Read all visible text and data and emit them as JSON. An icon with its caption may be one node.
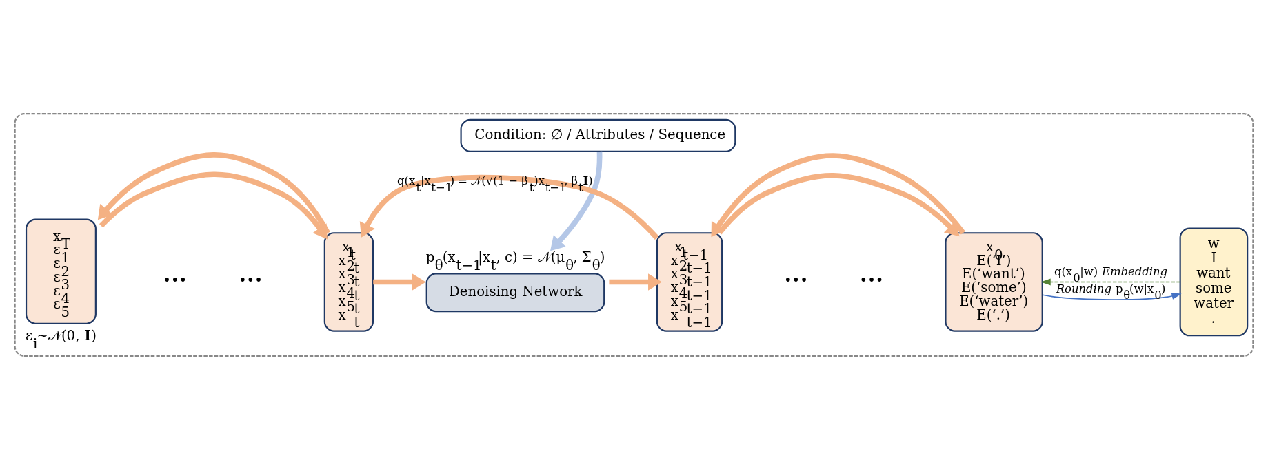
{
  "diagram": {
    "nodes": [
      {
        "text": [],
        "shape": "box"
      },
      {
        "text": [
          "Condition: ∅ / Attributes / Sequence"
        ],
        "in": 0
      },
      {
        "text": [
          "x$_{T}$",
          "ε$_{1}$ ε$_{2}$ ε$_{3}$ ε$_{4}$ ε$_{5}$"
        ],
        "in": 0,
        "beside": [
          "ε$_{i}$~𝒩(0, **I**)"
        ]
      },
      {
        "text": [
          "x$_{t}$",
          "x$^{1}$$_{t}$ x$^{2}$$_{t}$ x$^{3}$$_{t}$ x$^{4}$$_{t}$ x$^{5}$$_{t}$"
        ],
        "in": 0
      },
      {
        "text": [
          "Denoising Network"
        ],
        "in": 0,
        "beside": [
          "p$_{θ}$(x$_{t−1}$|x$_{t}$, c) = 𝒩(μ$_{θ}$, Σ$_{θ}$)"
        ]
      },
      {
        "text": [
          "x$_{t−1}$",
          "x$^{1}$$_{t−1}$ x$^{2}$$_{t−1}$ x$^{3}$$_{t−1}$ x$^{4}$$_{t−1}$ x$^{5}$$_{t−1}$"
        ],
        "in": 0
      },
      {
        "text": [
          "x$_{0}$",
          "E(‘I’) E(‘want’) E(‘some’) E(‘water’) E(‘.’)"
        ],
        "in": 0
      },
      {
        "text": [
          "w",
          "I want some water ."
        ],
        "in": 0
      }
    ],
    "edges": [
      {
        "from": 1,
        "to": 4,
        "arrow": "to",
        "color": "#b4c7e7"
      },
      {
        "from": 2,
        "to": 3,
        "arrow": "to"
      },
      {
        "from": 3,
        "to": 2,
        "arrow": "to"
      },
      {
        "from": 3,
        "to": 4,
        "arrow": "to"
      },
      {
        "from": 4,
        "to": 5,
        "arrow": "to"
      },
      {
        "from": 5,
        "to": 3,
        "arrow": "to",
        "label": "q(x$_{t}$|x$_{t−1}$) = 𝒩(√(1 − β$_{t}$)x$_{t−1}$, β$_{t}$**I**)"
      },
      {
        "from": 5,
        "to": 6,
        "arrow": "to"
      },
      {
        "from": 6,
        "to": 5,
        "arrow": "to"
      },
      {
        "from": 6,
        "to": 7,
        "arrow": "to",
        "color": "#4472c4",
        "label": "*Rounding* p$_{θ}$(w|x$_{0}$)"
      },
      {
        "from": 7,
        "to": 6,
        "arrow": "to",
        "style": "dashed",
        "color": "#548235",
        "label": "q(x$_{0}$|w) *Embedding*"
      }
    ],
    "labels": [
      "•••",
      "•••",
      "•••",
      "•••"
    ]
  }
}
